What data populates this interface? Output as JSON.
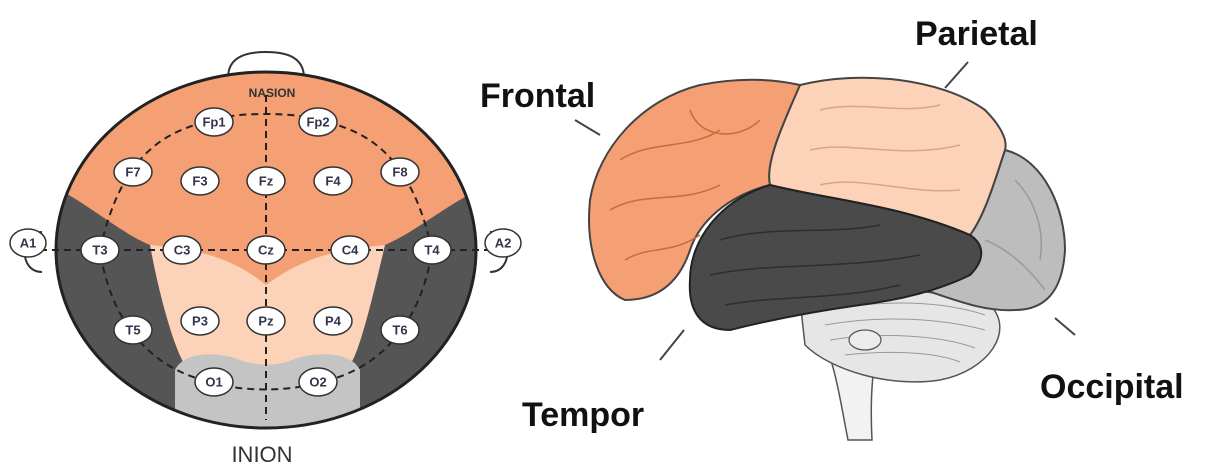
{
  "eeg_map": {
    "nasion_label": "NASION",
    "inion_label": "INION",
    "electrodes": {
      "Fp1": "Fp1",
      "Fp2": "Fp2",
      "F7": "F7",
      "F3": "F3",
      "Fz": "Fz",
      "F4": "F4",
      "F8": "F8",
      "A1": "A1",
      "T3": "T3",
      "C3": "C3",
      "Cz": "Cz",
      "C4": "C4",
      "T4": "T4",
      "A2": "A2",
      "T5": "T5",
      "P3": "P3",
      "Pz": "Pz",
      "P4": "P4",
      "T6": "T6",
      "O1": "O1",
      "O2": "O2"
    }
  },
  "brain": {
    "labels": {
      "frontal": "Frontal",
      "parietal": "Parietal",
      "temporal": "Tempor",
      "occipital": "Occipital"
    }
  },
  "colors": {
    "frontal": "#f4a074",
    "parietal": "#fcd3b8",
    "temporal": "#4a4a4a",
    "occipital": "#bdbdbd",
    "cerebellum": "#e6e6e6",
    "outline": "#1f1f1f"
  }
}
